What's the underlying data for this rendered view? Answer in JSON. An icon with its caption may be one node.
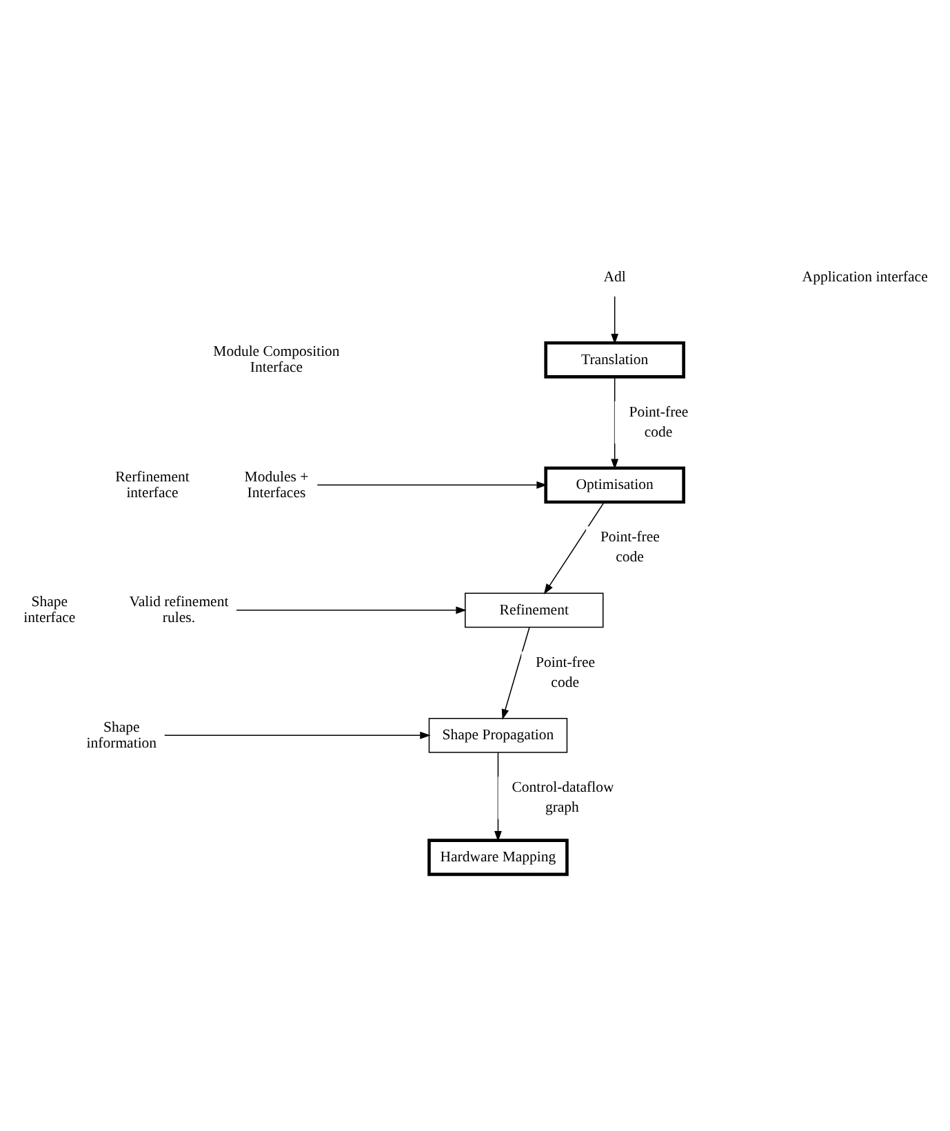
{
  "diagram": {
    "nodes": [
      {
        "text": [
          "Adl"
        ]
      },
      {
        "text": [
          "Translation"
        ]
      },
      {
        "text": [
          "Optimisation"
        ]
      },
      {
        "text": [
          "Refinement"
        ]
      },
      {
        "text": [
          "Shape Propagation"
        ]
      },
      {
        "text": [
          "Hardware Mapping"
        ]
      },
      {
        "text": [
          "Modules + Interfaces"
        ]
      },
      {
        "text": [
          "Valid refinement rules."
        ]
      },
      {
        "text": [
          "Shape information"
        ]
      }
    ],
    "edges": [
      {
        "from": 0,
        "to": 1,
        "arrow": "to"
      },
      {
        "from": 1,
        "to": 2,
        "arrow": "to",
        "label": "Point-free code"
      },
      {
        "from": 2,
        "to": 3,
        "arrow": "to",
        "label": "Point-free code"
      },
      {
        "from": 3,
        "to": 4,
        "arrow": "to",
        "label": "Point-free code"
      },
      {
        "from": 4,
        "to": 5,
        "arrow": "to",
        "label": "Control-dataflow graph"
      },
      {
        "from": 6,
        "to": 2,
        "arrow": "to"
      },
      {
        "from": 7,
        "to": 3,
        "arrow": "to"
      },
      {
        "from": 8,
        "to": 4,
        "arrow": "to"
      }
    ],
    "labels": [
      "Application interface",
      "Module Composition Interface",
      "Rerfinement interface",
      "Shape interface"
    ]
  }
}
